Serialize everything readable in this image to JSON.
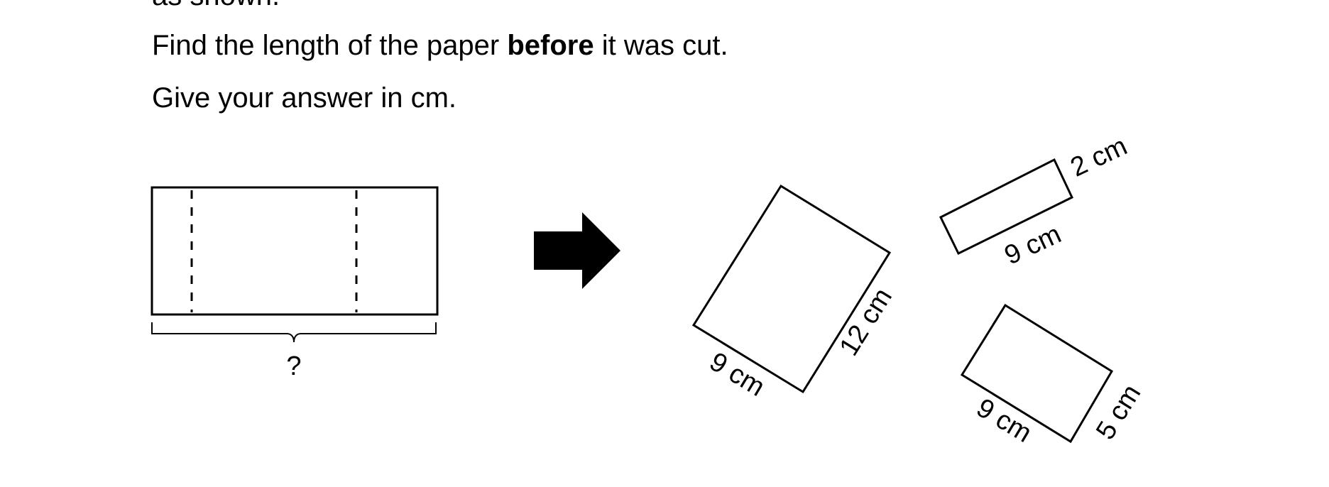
{
  "question": {
    "partial_line": "as shown.",
    "find_prefix": "Find the length of the paper ",
    "find_bold": "before",
    "find_suffix": " it was cut.",
    "give_line": "Give your answer in cm."
  },
  "diagram": {
    "unknown_label": "?",
    "large_piece": {
      "width_label": "9 cm",
      "length_label": "12 cm"
    },
    "strip_piece": {
      "width_label": "9 cm",
      "length_label": "2 cm"
    },
    "small_piece": {
      "width_label": "9 cm",
      "length_label": "5 cm"
    }
  }
}
